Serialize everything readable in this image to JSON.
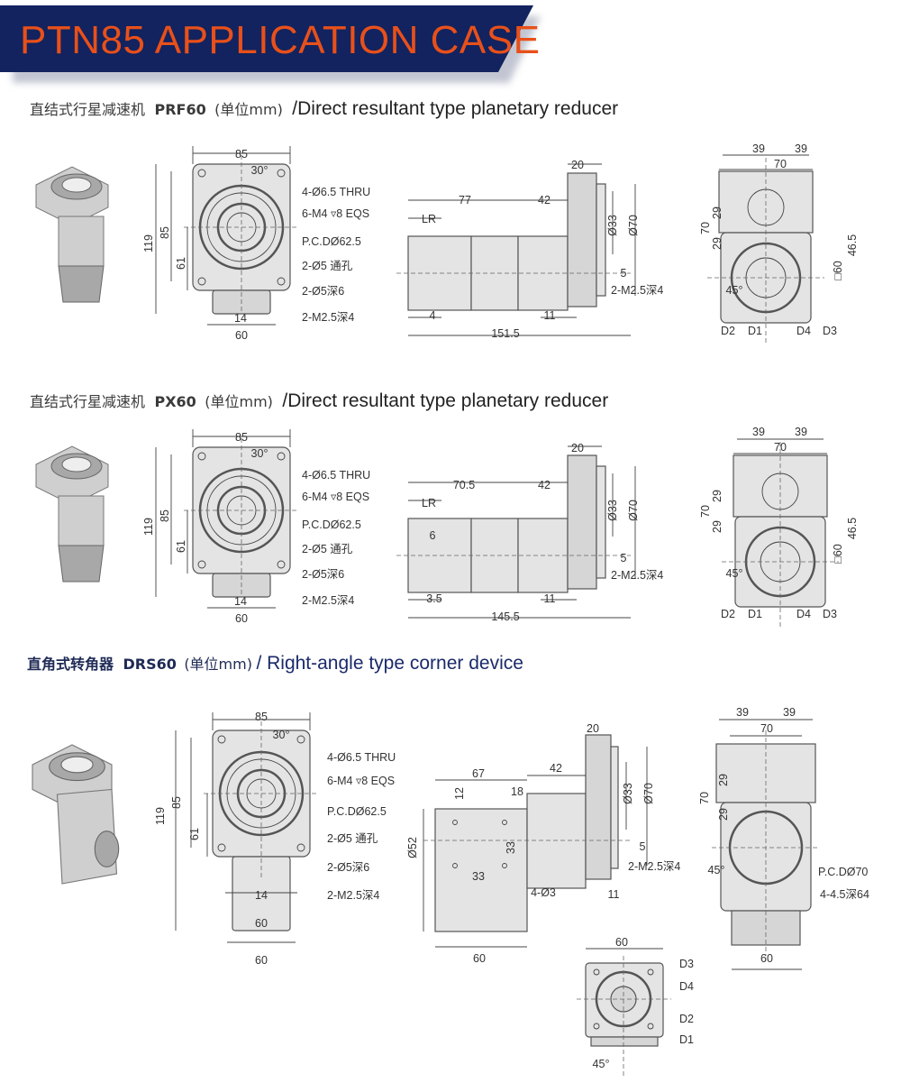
{
  "banner": {
    "title": "PTN85 APPLICATION CASE",
    "bg_color": "#12235f",
    "text_color": "#e8501a"
  },
  "sections": [
    {
      "title_cn": "直结式行星减速机",
      "model": "PRF60",
      "unit": "(单位mm)",
      "title_en": "/Direct resultant type planetary reducer",
      "front_view": {
        "labels": [
          "85",
          "30°",
          "119",
          "85",
          "61",
          "14",
          "60",
          "4-Ø6.5 THRU",
          "6-M4 ▿8 EQS",
          "P.C.DØ62.5",
          "2-Ø5 通孔",
          "2-Ø5深6",
          "2-M2.5深4"
        ]
      },
      "side_view": {
        "labels": [
          "77",
          "42",
          "20",
          "LR",
          "Ø33",
          "Ø70",
          "5",
          "2-M2.5深4",
          "4",
          "11",
          "151.5"
        ]
      },
      "end_view": {
        "labels": [
          "39",
          "39",
          "70",
          "70",
          "29",
          "29",
          "46.5",
          "□60",
          "45°",
          "D2",
          "D1",
          "D4",
          "D3"
        ]
      }
    },
    {
      "title_cn": "直结式行星减速机",
      "model": "PX60",
      "unit": "(单位mm)",
      "title_en": "/Direct resultant type planetary reducer",
      "front_view": {
        "labels": [
          "85",
          "30°",
          "119",
          "85",
          "61",
          "14",
          "60",
          "4-Ø6.5 THRU",
          "6-M4 ▿8 EQS",
          "P.C.DØ62.5",
          "2-Ø5 通孔",
          "2-Ø5深6",
          "2-M2.5深4"
        ]
      },
      "side_view": {
        "labels": [
          "70.5",
          "42",
          "20",
          "LR",
          "Ø33",
          "Ø70",
          "5",
          "2-M2.5深4",
          "6",
          "3.5",
          "11",
          "145.5"
        ]
      },
      "end_view": {
        "labels": [
          "39",
          "39",
          "70",
          "70",
          "29",
          "29",
          "46.5",
          "□60",
          "45°",
          "D2",
          "D1",
          "D4",
          "D3"
        ]
      }
    },
    {
      "title_cn": "直角式转角器",
      "model": "DRS60",
      "unit": "(单位mm)",
      "title_en": "/ Right-angle type corner device",
      "front_view": {
        "labels": [
          "85",
          "30°",
          "119",
          "85",
          "61",
          "14",
          "60",
          "60",
          "4-Ø6.5 THRU",
          "6-M4 ▿8 EQS",
          "P.C.DØ62.5",
          "2-Ø5 通孔",
          "2-Ø5深6",
          "2-M2.5深4"
        ]
      },
      "side_view": {
        "labels": [
          "20",
          "42",
          "67",
          "12",
          "18",
          "Ø33",
          "Ø70",
          "Ø52",
          "33",
          "5",
          "2-M2.5深4",
          "33",
          "4-Ø3",
          "11",
          "60"
        ]
      },
      "end_view": {
        "labels": [
          "39",
          "39",
          "70",
          "70",
          "29",
          "29",
          "45°",
          "P.C.DØ70",
          "4-4.5深64",
          "60"
        ]
      },
      "bottom_view": {
        "labels": [
          "60",
          "D3",
          "D4",
          "D2",
          "D1",
          "45°"
        ]
      }
    }
  ]
}
